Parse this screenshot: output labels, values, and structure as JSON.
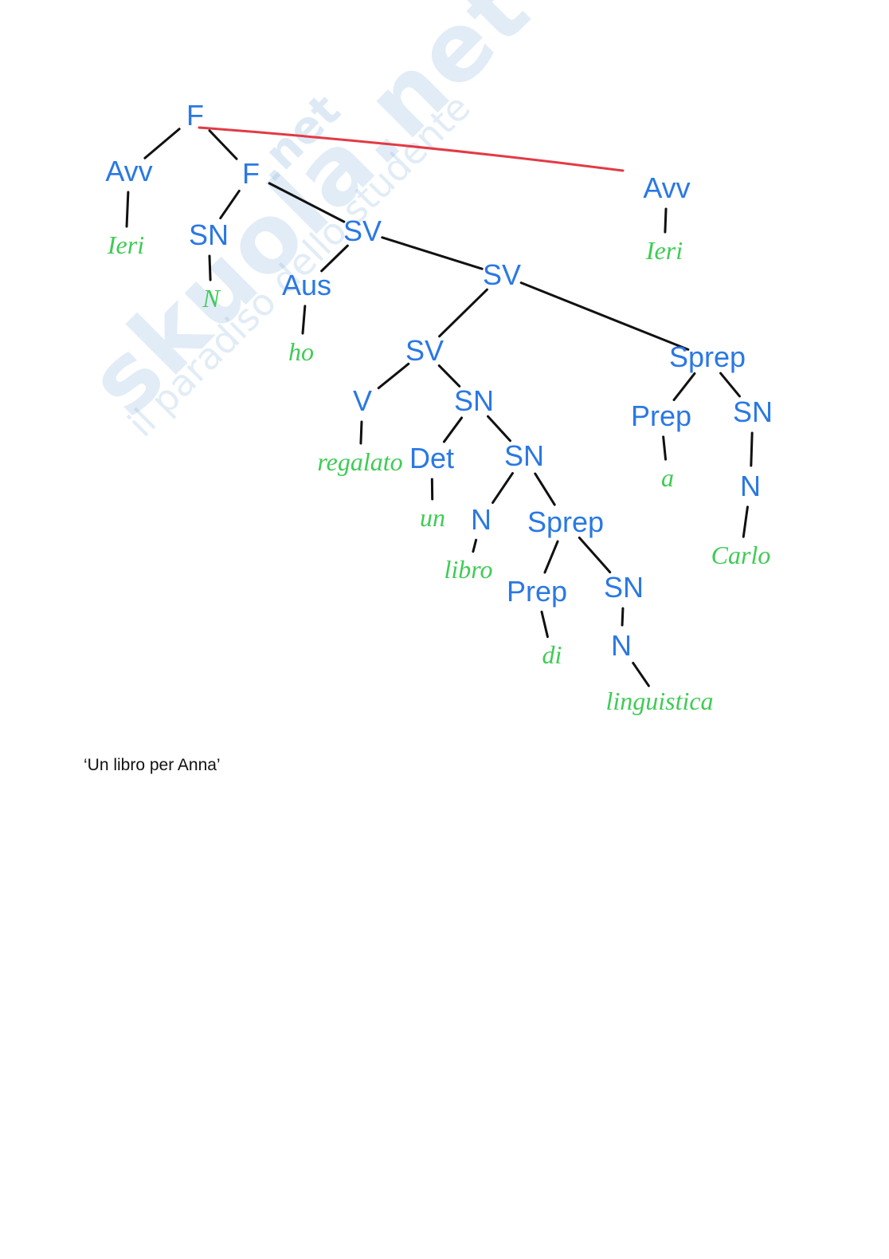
{
  "watermark": {
    "brand": "skuola.net",
    "net": ".net",
    "tagline": "il paradiso dello studente"
  },
  "tree": {
    "nodes": [
      {
        "id": "F1",
        "label": "F",
        "kind": "cat"
      },
      {
        "id": "Avv1",
        "label": "Avv",
        "kind": "cat"
      },
      {
        "id": "Ieri1",
        "label": "Ieri",
        "kind": "word"
      },
      {
        "id": "F2",
        "label": "F",
        "kind": "cat"
      },
      {
        "id": "SN1",
        "label": "SN",
        "kind": "cat"
      },
      {
        "id": "N1",
        "label": "N",
        "kind": "word"
      },
      {
        "id": "SV1",
        "label": "SV",
        "kind": "cat"
      },
      {
        "id": "Aus",
        "label": "Aus",
        "kind": "cat"
      },
      {
        "id": "ho",
        "label": "ho",
        "kind": "word"
      },
      {
        "id": "SV2",
        "label": "SV",
        "kind": "cat"
      },
      {
        "id": "SV3",
        "label": "SV",
        "kind": "cat"
      },
      {
        "id": "V",
        "label": "V",
        "kind": "cat"
      },
      {
        "id": "regalato",
        "label": "regalato",
        "kind": "word"
      },
      {
        "id": "SN2",
        "label": "SN",
        "kind": "cat"
      },
      {
        "id": "Det",
        "label": "Det",
        "kind": "cat"
      },
      {
        "id": "un",
        "label": "un",
        "kind": "word"
      },
      {
        "id": "SN3",
        "label": "SN",
        "kind": "cat"
      },
      {
        "id": "N2",
        "label": "N",
        "kind": "cat"
      },
      {
        "id": "libro",
        "label": "libro",
        "kind": "word"
      },
      {
        "id": "Sprep1",
        "label": "Sprep",
        "kind": "cat"
      },
      {
        "id": "Prep1",
        "label": "Prep",
        "kind": "cat"
      },
      {
        "id": "di",
        "label": "di",
        "kind": "word"
      },
      {
        "id": "SN4",
        "label": "SN",
        "kind": "cat"
      },
      {
        "id": "N3",
        "label": "N",
        "kind": "cat"
      },
      {
        "id": "linguistica",
        "label": "linguistica",
        "kind": "word"
      },
      {
        "id": "Sprep2",
        "label": "Sprep",
        "kind": "cat"
      },
      {
        "id": "Prep2",
        "label": "Prep",
        "kind": "cat"
      },
      {
        "id": "a",
        "label": "a",
        "kind": "word"
      },
      {
        "id": "SN5",
        "label": "SN",
        "kind": "cat"
      },
      {
        "id": "N4",
        "label": "N",
        "kind": "cat"
      },
      {
        "id": "Carlo",
        "label": "Carlo",
        "kind": "word"
      },
      {
        "id": "Avv2",
        "label": "Avv",
        "kind": "cat"
      },
      {
        "id": "Ieri2",
        "label": "Ieri",
        "kind": "word"
      }
    ],
    "edges": [
      [
        "F1",
        "Avv1"
      ],
      [
        "F1",
        "F2"
      ],
      [
        "Avv1",
        "Ieri1"
      ],
      [
        "F2",
        "SN1"
      ],
      [
        "F2",
        "SV1"
      ],
      [
        "SN1",
        "N1"
      ],
      [
        "SV1",
        "Aus"
      ],
      [
        "SV1",
        "SV2"
      ],
      [
        "Aus",
        "ho"
      ],
      [
        "SV2",
        "SV3"
      ],
      [
        "SV2",
        "Sprep2"
      ],
      [
        "SV3",
        "V"
      ],
      [
        "SV3",
        "SN2"
      ],
      [
        "V",
        "regalato"
      ],
      [
        "SN2",
        "Det"
      ],
      [
        "SN2",
        "SN3"
      ],
      [
        "Det",
        "un"
      ],
      [
        "SN3",
        "N2"
      ],
      [
        "SN3",
        "Sprep1"
      ],
      [
        "N2",
        "libro"
      ],
      [
        "Sprep1",
        "Prep1"
      ],
      [
        "Sprep1",
        "SN4"
      ],
      [
        "Prep1",
        "di"
      ],
      [
        "SN4",
        "N3"
      ],
      [
        "N3",
        "linguistica"
      ],
      [
        "Sprep2",
        "Prep2"
      ],
      [
        "Sprep2",
        "SN5"
      ],
      [
        "Prep2",
        "a"
      ],
      [
        "SN5",
        "N4"
      ],
      [
        "N4",
        "Carlo"
      ],
      [
        "Avv2",
        "Ieri2"
      ]
    ],
    "movement_edge": [
      "F1",
      "Avv2"
    ],
    "colors": {
      "category": "#2a78e4",
      "word": "#3fcb55",
      "edge": "#111111",
      "movement": "#e23a45"
    }
  },
  "caption": "‘Un libro per Anna’"
}
